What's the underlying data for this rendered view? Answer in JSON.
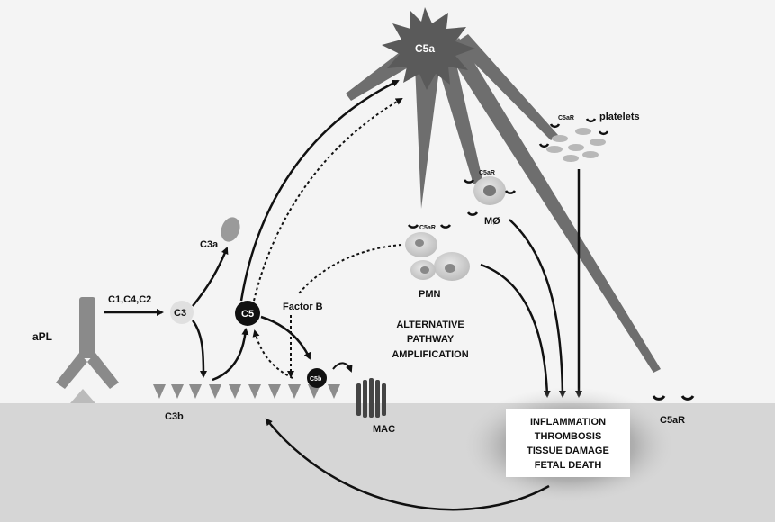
{
  "labels": {
    "apl": "aPL",
    "c1c4c2": "C1,C4,C2",
    "c3": "C3",
    "c3a": "C3a",
    "c3b": "C3b",
    "c5": "C5",
    "c5a": "C5a",
    "c5b": "C5b",
    "factor_b": "Factor B",
    "mac": "MAC",
    "pmn": "PMN",
    "mo": "MØ",
    "platelets": "platelets",
    "c5ar_receptor": "C5aR",
    "c5ar_small_pmn": "C5aR",
    "c5ar_small_mo": "C5aR",
    "c5ar_small_platelets": "C5aR",
    "alt_pathway": [
      "ALTERNATIVE",
      "PATHWAY",
      "AMPLIFICATION"
    ],
    "outcomes": [
      "INFLAMMATION",
      "THROMBOSIS",
      "TISSUE DAMAGE",
      "FETAL DEATH"
    ]
  },
  "colors": {
    "background": "#f4f4f4",
    "tissue": "#d6d6d6",
    "dark": "#111111",
    "c5a_burst": "#6e6e6e",
    "cell": "#cfcfcf",
    "outcome_box": "#ffffff"
  }
}
